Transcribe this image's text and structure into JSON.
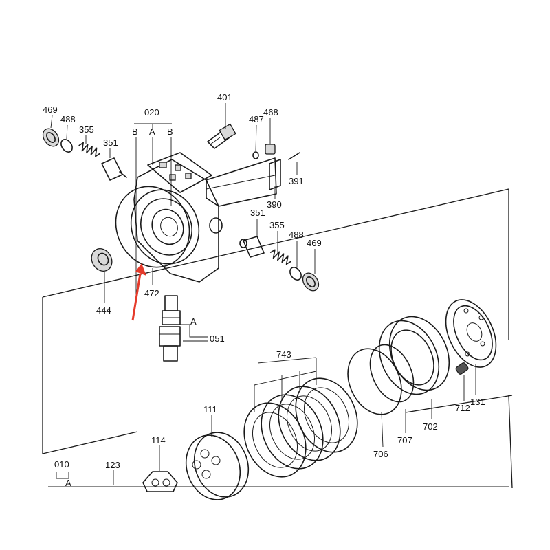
{
  "labels": {
    "p469a": "469",
    "p488a": "488",
    "p355a": "355",
    "p351a": "351",
    "p020": "020",
    "pB1": "B",
    "pA1": "A",
    "pB2": "B",
    "p401": "401",
    "p487": "487",
    "p468": "468",
    "p391": "391",
    "p390": "390",
    "p351b": "351",
    "p355b": "355",
    "p488b": "488",
    "p469b": "469",
    "p444": "444",
    "p472": "472",
    "pA2": "A",
    "p051": "051",
    "p743": "743",
    "p111": "111",
    "p114": "114",
    "p010": "010",
    "pA3": "A",
    "p123": "123",
    "p706": "706",
    "p707": "707",
    "p702": "702",
    "p712": "712",
    "p131": "131"
  },
  "colors": {
    "arrow": "#e53a2a",
    "ink": "#1a1a1a"
  }
}
